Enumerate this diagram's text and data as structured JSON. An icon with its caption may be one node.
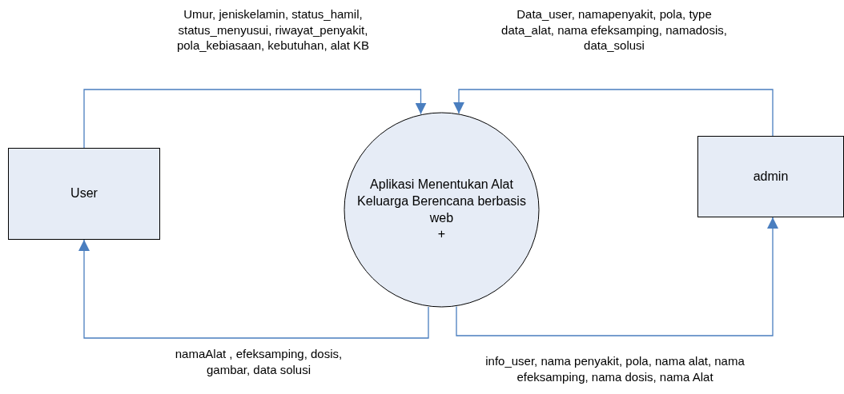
{
  "diagram": {
    "nodes": [
      {
        "text": [
          "User"
        ]
      },
      {
        "text": [
          "Aplikasi Menentukan Alat Keluarga Berencana berbasis web",
          "+"
        ]
      },
      {
        "text": [
          "admin"
        ]
      }
    ],
    "edges": [
      {
        "from": 0,
        "to": 1,
        "arrow": "to",
        "label": "Umur, jeniskelamin, status_hamil, status_menyusui, riwayat_penyakit, pola_kebiasaan, kebutuhan, alat KB"
      },
      {
        "from": 2,
        "to": 1,
        "arrow": "to",
        "label": "Data_user, namapenyakit, pola, type data_alat, nama efeksamping, namadosis, data_solusi"
      },
      {
        "from": 1,
        "to": 0,
        "arrow": "to",
        "label": "namaAlat , efeksamping, dosis, gambar, data solusi"
      },
      {
        "from": 1,
        "to": 2,
        "arrow": "to",
        "label": "info_user, nama penyakit, pola, nama alat, nama efeksamping, nama dosis, nama Alat"
      }
    ]
  }
}
